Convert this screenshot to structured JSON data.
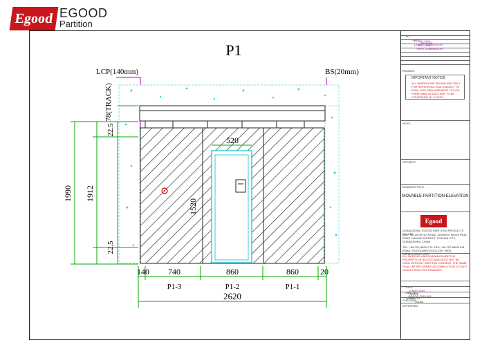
{
  "logo": {
    "box": "Egood",
    "brand": "EGOOD",
    "sub": "Partition"
  },
  "drawing": {
    "title": "P1",
    "left_label": "LCP(140mm)",
    "right_label": "BS(20mm)",
    "track": "78(TRACK)",
    "dims": {
      "overall_h": "1990",
      "inner_h": "1912",
      "top": "22.5",
      "bottom": "22.5",
      "door_w": "520",
      "door_h": "1520",
      "bottom_row": [
        "140",
        "740",
        "860",
        "860",
        "20"
      ],
      "panels": [
        "P1-3",
        "P1-2",
        "P1-1"
      ],
      "total": "2620"
    }
  },
  "title_block": {
    "rev_header": [
      "NO",
      "DATE",
      "REMARK"
    ],
    "rev_rows": [
      {
        "no": "",
        "date": "10 MAY 2019",
        "remark": "FIRST SUBMISSION",
        "color": "mag"
      },
      {
        "no": "",
        "date": "17 MAY 2019",
        "remark": "FIRST SUBMISSION",
        "color": "mag"
      }
    ],
    "remark": "REMARK:",
    "notice_title": "IMPORTANT NOTICE",
    "notice_body": "ALL DIMENSIONS SHOWN ARE ONLY FOR REFERENCE AND SUBJECT TO FINAL SITE MEASUREMENT. COLOR, FINISH AND DETAILS ARE TO BE CONFIRMED BY CLIENT.",
    "note": "NOTE:",
    "project": "PROJECT:",
    "drawing_title_label": "DRAWING TITLE:",
    "drawing_title": "MOVABLE PARTITION ELEVATION",
    "logo": "Egood",
    "company": "GUANGDONG EGOOD PARTITION PRODUCTS CO.,LTD",
    "address": "ADD: NO.20 HEHUI ROAD, ZHANGXI INDUSTRIAL ZONE, NANHAI DISTRICT, FOSHAN CITY, GUANGDONG CHINA",
    "contact": "TEL: +86-757-85931710  FAX: +86-757-85931918\nEMAIL: EGOOD@EGOOD.COM  WEB: WWW.EGOOD.COM",
    "legal": "ALL DESIGNS AND DRAWINGS ARE THE PROPERTY OF EGOOD AND MUST NOT BE USED WITHOUT WRITTEN CONSENT. THE SAME SHALL BE RETURNED AT COMPLETION. DO NOT SCALE FROM THIS DRAWING.",
    "date_label": "DATE",
    "date": "14 MAY 2019",
    "scale_label": "SCALE",
    "scale": "1:40",
    "dwg_label": "DWG NO.",
    "dwg": "EGOOD-2019-001",
    "drawn_label": "DRAWN BY",
    "drawn": "Egood",
    "checked_label": "CHECKED:",
    "approved_label": "APPROVED:"
  }
}
